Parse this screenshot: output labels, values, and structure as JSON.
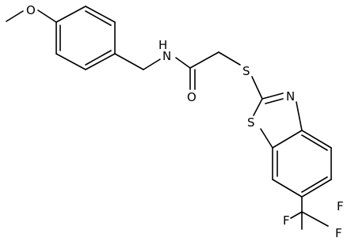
{
  "molecule": {
    "atom_labels": {
      "methoxy_oxygen": "O",
      "amide_nitrogen_h": "H",
      "amide_nitrogen": "N",
      "carbonyl_oxygen": "O",
      "thioether_sulfur": "S",
      "thiazole_nitrogen": "N",
      "thiazole_sulfur": "S",
      "fluorine_top": "F",
      "fluorine_left": "F",
      "fluorine_right": "F"
    }
  }
}
